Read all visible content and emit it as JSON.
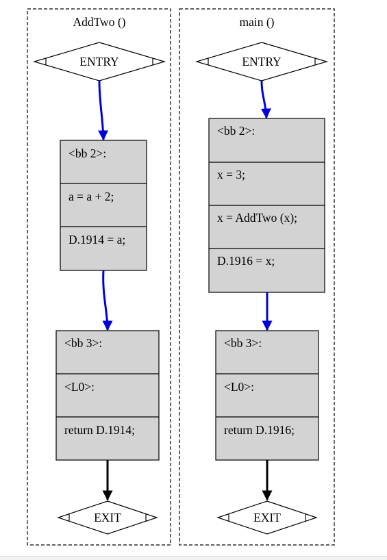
{
  "clusters": [
    {
      "title": "AddTwo ()",
      "entry": "ENTRY",
      "exit": "EXIT",
      "blocks": [
        [
          "<bb 2>:",
          "a = a + 2;",
          "D.1914 = a;"
        ],
        [
          "<bb 3>:",
          "<L0>:",
          "return D.1914;"
        ]
      ]
    },
    {
      "title": "main ()",
      "entry": "ENTRY",
      "exit": "EXIT",
      "blocks": [
        [
          "<bb 2>:",
          "x = 3;",
          "x = AddTwo (x);",
          "D.1916 = x;"
        ],
        [
          "<bb 3>:",
          "<L0>:",
          "return D.1916;"
        ]
      ]
    }
  ],
  "colors": {
    "block_fill": "#d3d3d3",
    "edge_flow": "#0000dd",
    "edge_exit": "#000000"
  }
}
